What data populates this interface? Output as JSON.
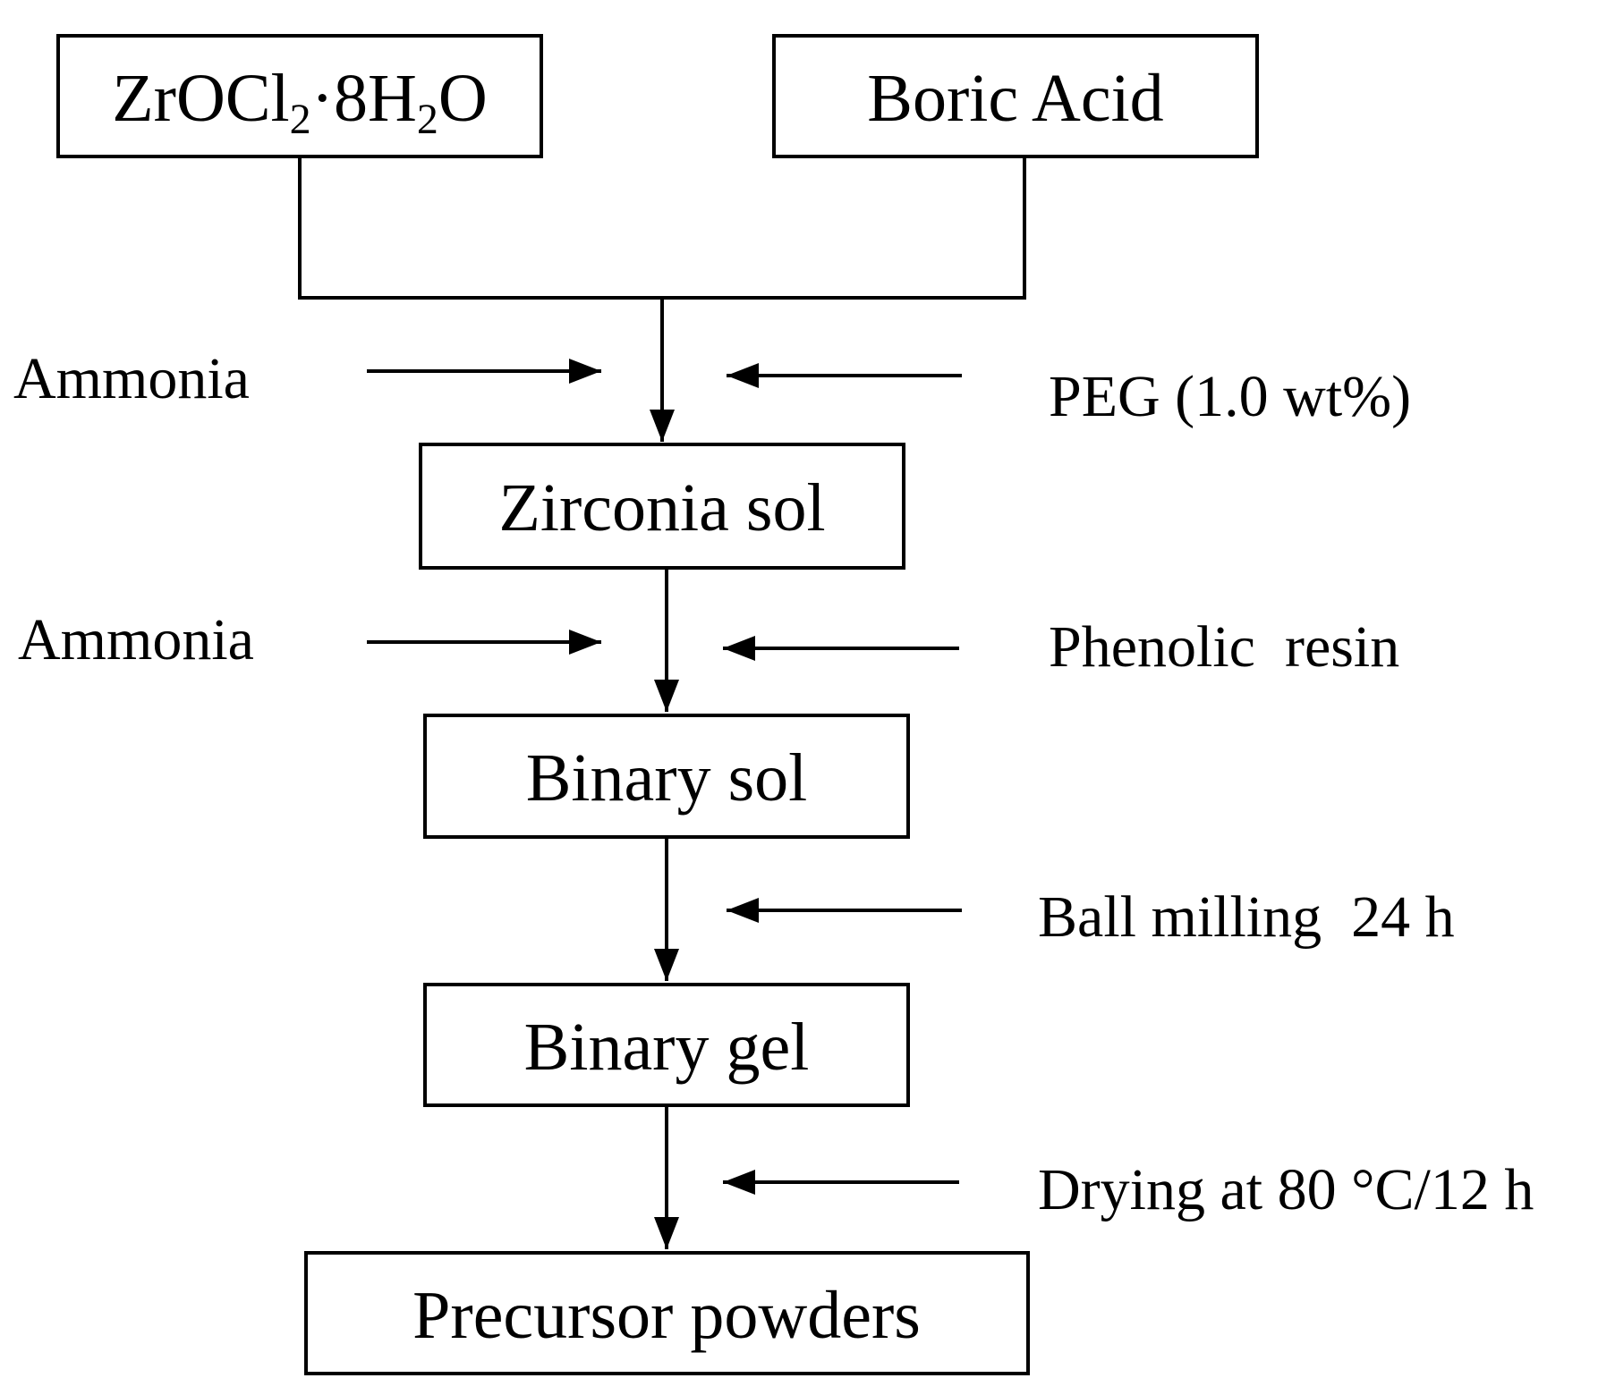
{
  "inputs": {
    "zirconium_salt": {
      "formula_parts": [
        "ZrOCl",
        "2",
        "·8H",
        "2",
        "O"
      ]
    },
    "boric_acid": "Boric Acid"
  },
  "steps": {
    "zirconia_sol": "Zirconia sol",
    "binary_sol": "Binary sol",
    "binary_gel": "Binary gel",
    "precursor_powders": "Precursor powders"
  },
  "additions": {
    "ammonia_1": "Ammonia",
    "peg": "PEG (1.0 wt%)",
    "ammonia_2": "Ammonia",
    "phenolic_resin": "Phenolic  resin",
    "ball_milling": "Ball milling  24 h",
    "drying": "Drying at 80 °C/12 h"
  }
}
